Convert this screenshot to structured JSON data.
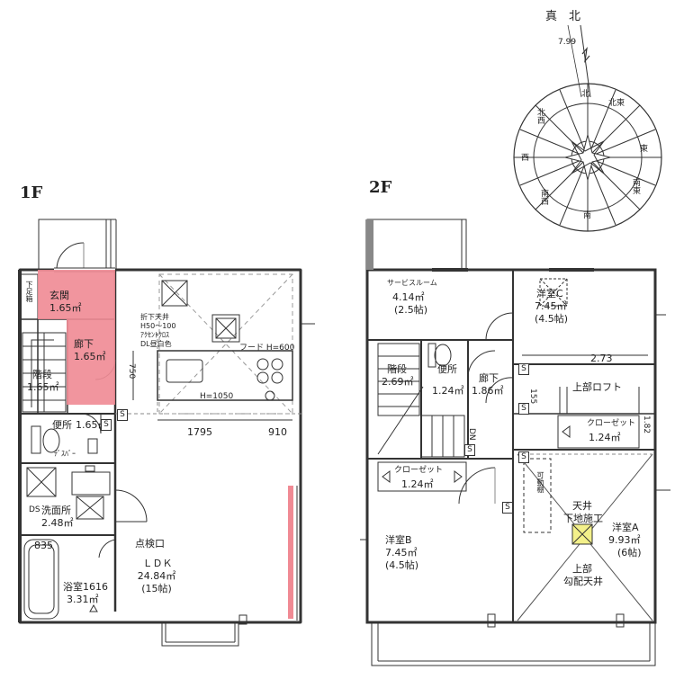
{
  "floor_labels": {
    "first": "1F",
    "second": "2F"
  },
  "compass": {
    "true_north": "真　北",
    "declination": "7.99",
    "directions": [
      "北",
      "北東",
      "東",
      "南東",
      "南",
      "南西",
      "西",
      "北西"
    ]
  },
  "first_floor": {
    "shoebox": "下足箱",
    "genkan": {
      "name": "玄関",
      "area": "1.65㎡"
    },
    "hallway": {
      "name": "廊下",
      "area": "1.65㎡"
    },
    "stairs": {
      "name": "階段",
      "area": "1.65㎡"
    },
    "toilet": {
      "name": "便所",
      "area": "1.65㎡"
    },
    "towel_bar": "ﾃﾞｽﾊﾞｰ",
    "washroom": {
      "name": "洗面所",
      "area": "2.48㎡"
    },
    "ds": "DS",
    "bath": {
      "name": "浴室1616",
      "area": "3.31㎡"
    },
    "bath_width": "835",
    "inspection": "点検口",
    "ldk": {
      "name": "ＬＤＫ",
      "area": "24.84㎡",
      "tatami": "(15帖)"
    },
    "ceiling_note": [
      "折下天井",
      "H50～100",
      "ｱｸｾﾝﾄｸﾛｽ",
      "DL昼白色"
    ],
    "hood": "フード H=600",
    "dim_750": "750",
    "dim_h1050": "H=1050",
    "dim_1795": "1795",
    "dim_910": "910",
    "s_marks": [
      "S",
      "S"
    ]
  },
  "second_floor": {
    "service_room": {
      "name": "サービスルーム",
      "area": "4.14㎡",
      "tatami": "(2.5帖)"
    },
    "room_c": {
      "name": "洋室C",
      "area": "7.45㎡",
      "tatami": "(4.5帖)"
    },
    "stairs": {
      "name": "階段",
      "area": "2.69㎡"
    },
    "toilet": {
      "name": "便所",
      "area": "1.24㎡"
    },
    "hallway": {
      "name": "廊下",
      "area": "1.86㎡"
    },
    "loft": "上部ロフト",
    "dim_273": "2.73",
    "dim_155": "155",
    "dim_182": "1.82",
    "closet_1": {
      "name": "クローゼット",
      "area": "1.24㎡"
    },
    "closet_2": {
      "name": "クローゼット",
      "area": "1.24㎡"
    },
    "dn": "DN",
    "room_b": {
      "name": "洋室B",
      "area": "7.45㎡",
      "tatami": "(4.5帖)"
    },
    "room_a": {
      "name": "洋室A",
      "area": "9.93㎡",
      "tatami": "(6帖)"
    },
    "ceiling_work": [
      "天井",
      "下地施工"
    ],
    "movable_shelf": "可動棚",
    "slope_ceiling": [
      "上部",
      "勾配天井"
    ],
    "s_marks": [
      "S",
      "S",
      "S",
      "S",
      "S"
    ]
  }
}
